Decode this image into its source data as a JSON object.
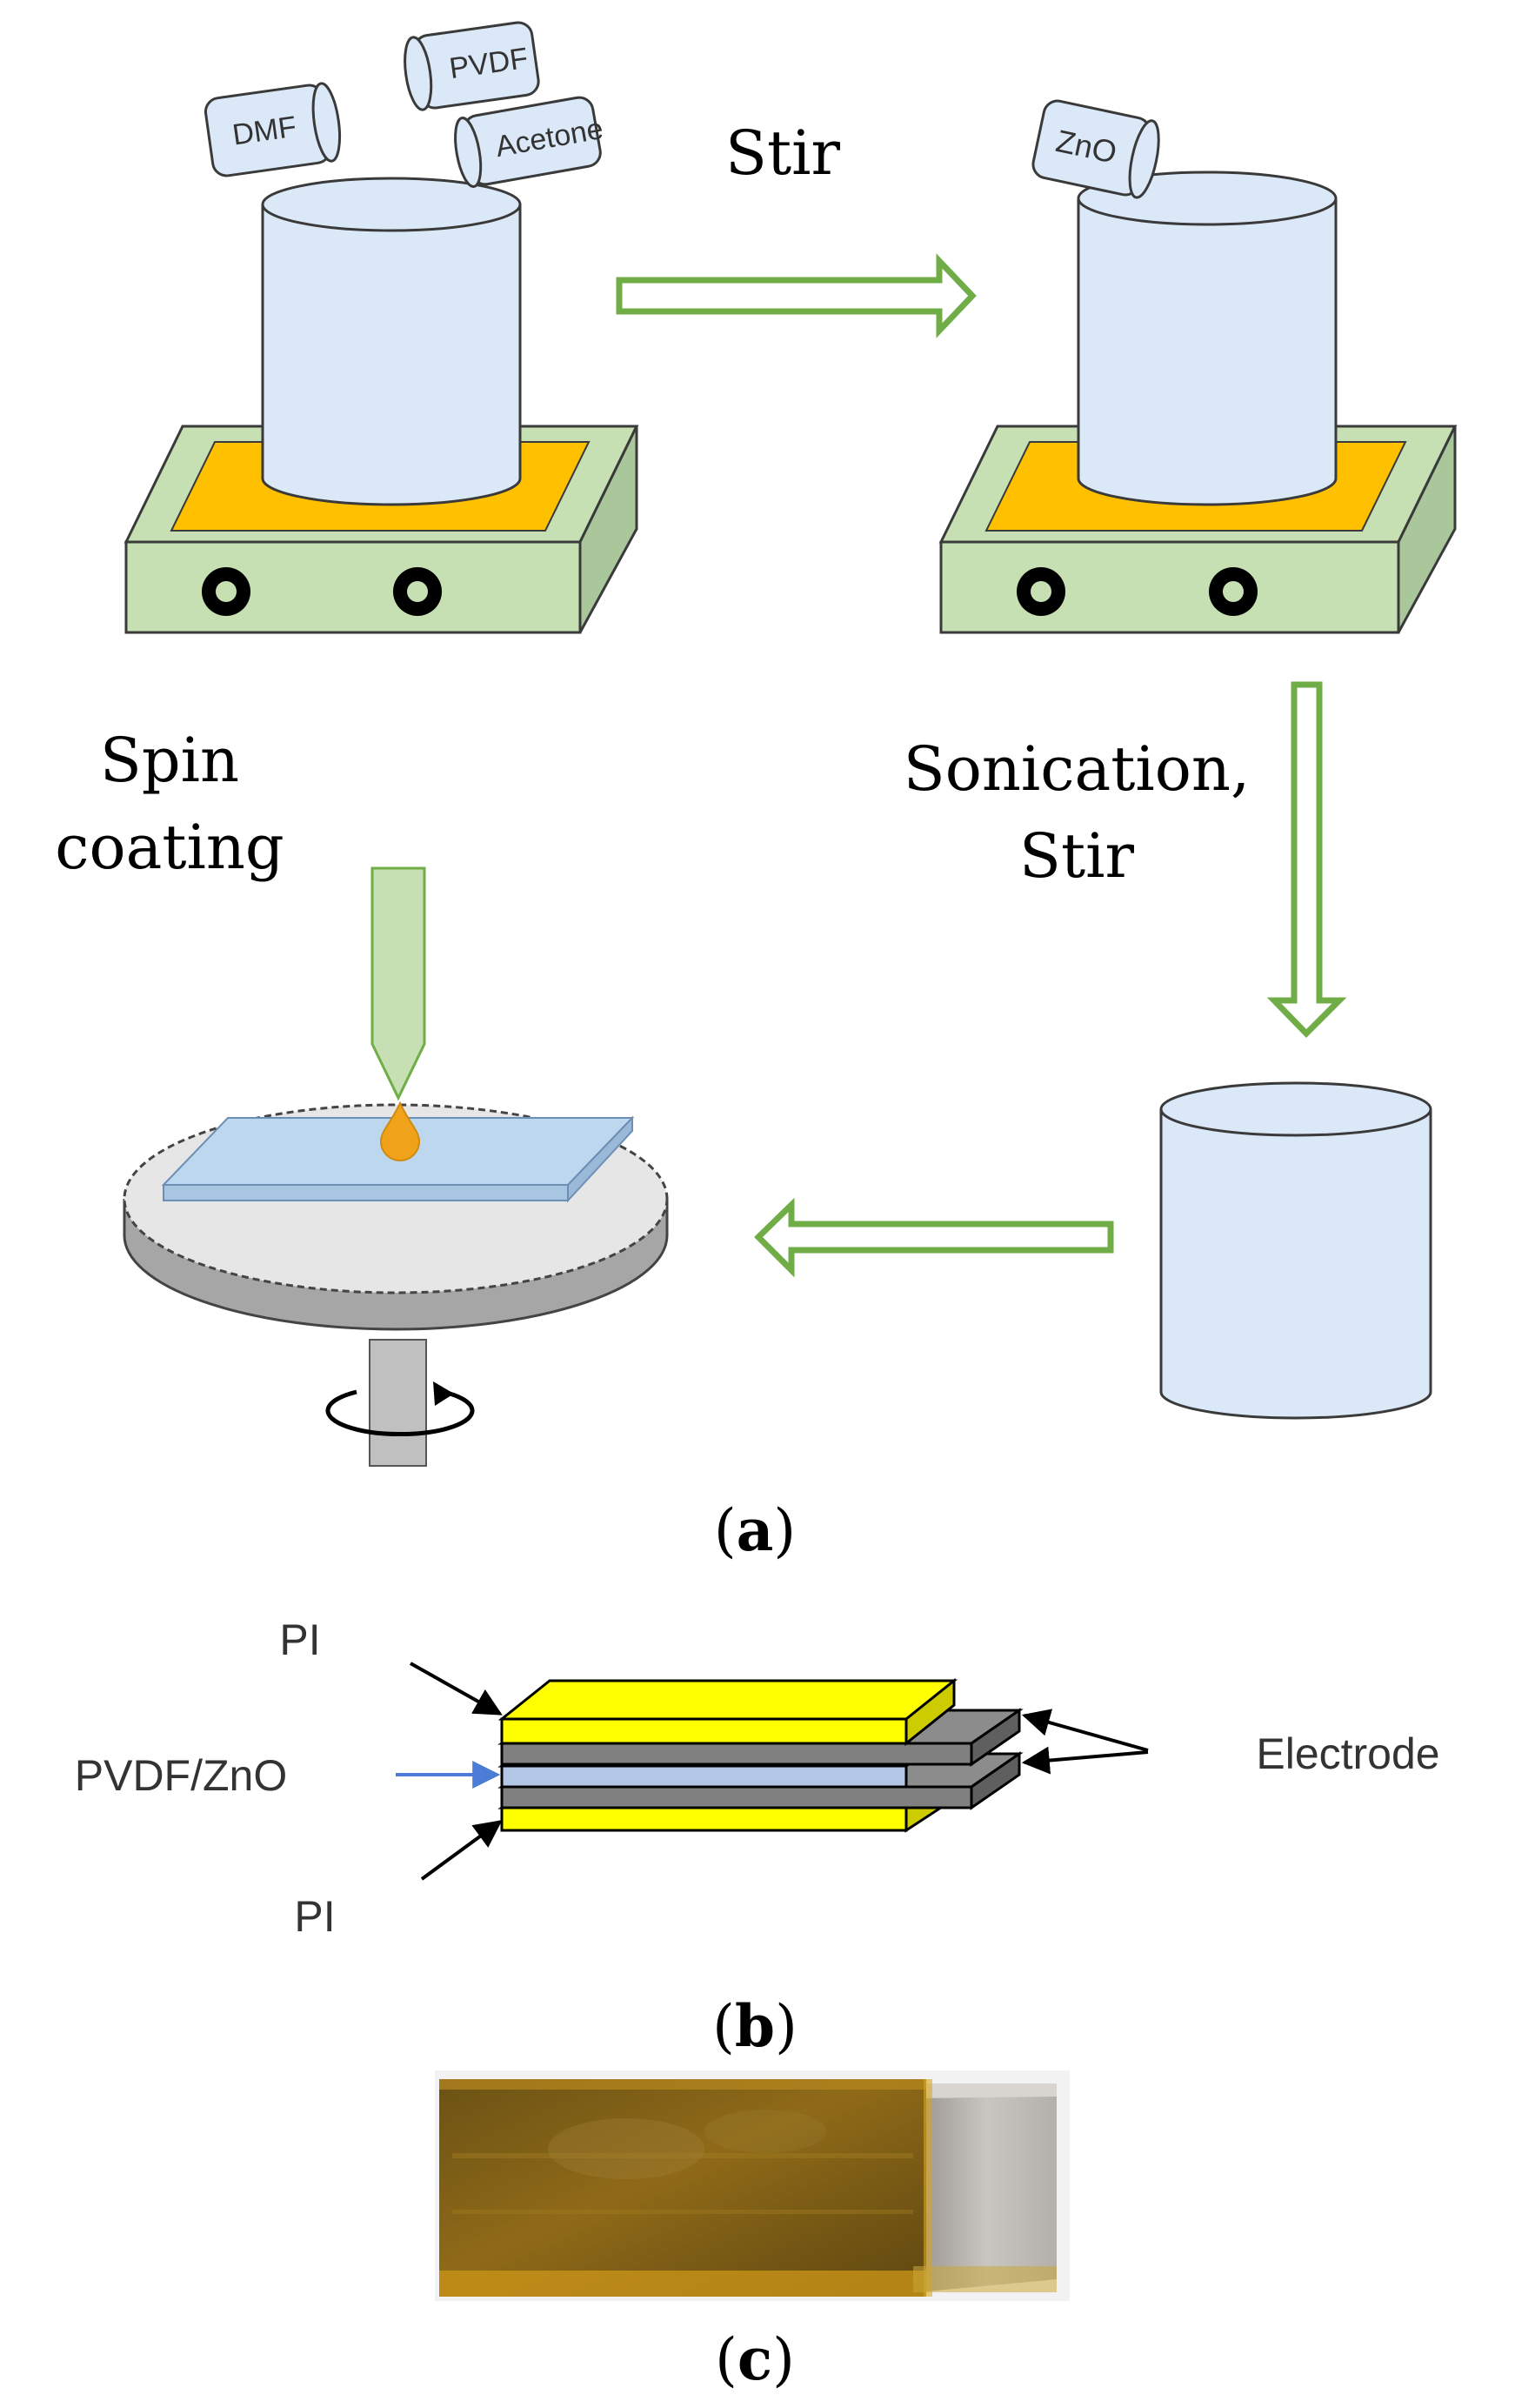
{
  "panel_a": {
    "bottle_dmf": "DMF",
    "bottle_pvdf": "PVDF",
    "bottle_acetone": "Acetone",
    "bottle_zno": "ZnO",
    "step_stir": "Stir",
    "step_sonication_line1": "Sonication,",
    "step_sonication_line2": "Stir",
    "step_spin_line1": "Spin",
    "step_spin_line2": "coating",
    "caption_letter": "a"
  },
  "panel_b": {
    "label_pi_top": "PI",
    "label_pvdf_zno": "PVDF/ZnO",
    "label_pi_bottom": "PI",
    "label_electrode": "Electrode",
    "caption_letter": "b"
  },
  "panel_c": {
    "caption_letter": "c"
  },
  "colors": {
    "arrow_green": "#70ad47",
    "beaker_fill": "#dae8f7",
    "stirrer_body": "#c6e0b4",
    "stirrer_side": "#a9c79a",
    "hot_plate": "#ffc000",
    "pi_yellow": "#ffff00",
    "electrode_gray": "#808080",
    "film_blue": "#b4c7e7",
    "droplet_orange": "#f0a31a"
  }
}
